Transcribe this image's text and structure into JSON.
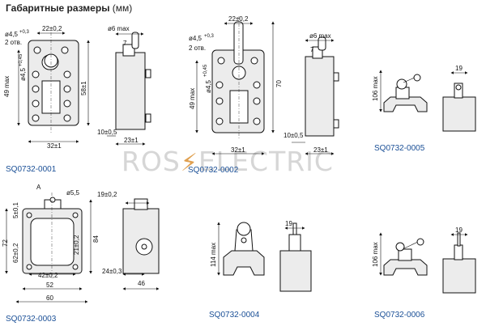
{
  "header": {
    "title": "Габаритные размеры",
    "unit": "(мм)"
  },
  "watermark": {
    "left": "ROS",
    "right": "ELECTRIC"
  },
  "models": [
    {
      "code": "SQ0732-0001"
    },
    {
      "code": "SQ0732-0002"
    },
    {
      "code": "SQ0732-0005"
    },
    {
      "code": "SQ0732-0003"
    },
    {
      "code": "SQ0732-0004"
    },
    {
      "code": "SQ0732-0006"
    }
  ],
  "dims": {
    "d1": {
      "w22": "22±0,2",
      "hole": "ø4,5",
      "hole_tol": "+0,3",
      "holes": "2 отв.",
      "h49": "49 max",
      "hole2": "ø4,5",
      "hole2_tol": "+0,45",
      "h58": "58±1",
      "w32": "32±1",
      "roller": "ø6 max",
      "r7": "7",
      "h10": "10±0,5",
      "w23": "23±1"
    },
    "d2": {
      "w22": "22±0,2",
      "hole": "ø4,5",
      "hole_tol": "+0,3",
      "holes": "2 отв.",
      "h49": "49 max",
      "hole2": "ø4,5",
      "hole2_tol": "+0,45",
      "h70": "70",
      "w32": "32±1",
      "roller": "ø6 max",
      "r7": "7",
      "h10": "10±0,5",
      "w23": "23±1"
    },
    "d5": {
      "h106": "106 max",
      "w19": "19"
    },
    "d3": {
      "a": "A",
      "d55": "ø5,5",
      "h72": "72",
      "h5": "5±0,1",
      "h62": "62±0,2",
      "h21": "21±0,2",
      "h84": "84",
      "w42": "42±0,2",
      "w52": "52",
      "w60": "60",
      "w19": "19±0,2",
      "w24": "24±0,3",
      "w46": "46"
    },
    "d4": {
      "h114": "114 max",
      "w19": "19"
    },
    "d6": {
      "h106": "106 max",
      "w19": "19"
    }
  },
  "colors": {
    "code": "#1a4f96",
    "watermark": "#d6d6d6",
    "bolt": "#e0a050"
  }
}
